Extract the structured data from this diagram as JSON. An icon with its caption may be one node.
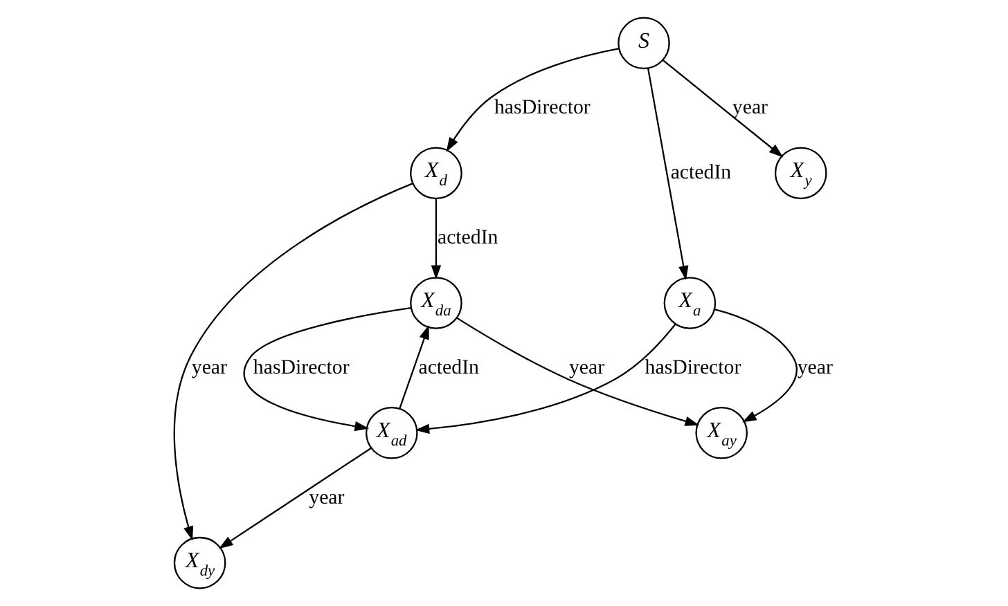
{
  "diagram": {
    "nodes": [
      {
        "text": [
          "X$_{d}$"
        ]
      },
      {
        "text": [
          "S"
        ]
      },
      {
        "text": [
          "X$_{y}$"
        ]
      },
      {
        "text": [
          "X$_{dy}$"
        ]
      },
      {
        "text": [
          "X$_{ay}$"
        ]
      },
      {
        "text": [
          "X$_{a}$"
        ]
      },
      {
        "text": [
          "X$_{da}$"
        ]
      },
      {
        "text": [
          "X$_{ad}$"
        ]
      }
    ],
    "edges": [
      {
        "from": 0,
        "to": 3,
        "arrow": "to",
        "label": "year"
      },
      {
        "from": 1,
        "to": 0,
        "arrow": "to",
        "label": "hasDirector"
      },
      {
        "from": 1,
        "to": 2,
        "arrow": "to",
        "label": "year"
      },
      {
        "from": 1,
        "to": 5,
        "arrow": "to",
        "label": "actedIn"
      },
      {
        "from": 0,
        "to": 6,
        "arrow": "to",
        "label": "actedIn"
      },
      {
        "from": 5,
        "to": 4,
        "arrow": "to",
        "label": "year"
      },
      {
        "from": 5,
        "to": 7,
        "arrow": "to",
        "label": "hasDirector"
      },
      {
        "from": 6,
        "to": 4,
        "arrow": "to",
        "label": "year"
      },
      {
        "from": 6,
        "to": 7,
        "arrow": "to",
        "label": "hasDirector"
      },
      {
        "from": 7,
        "to": 6,
        "arrow": "to",
        "label": "actedIn"
      },
      {
        "from": 7,
        "to": 3,
        "arrow": "to",
        "label": "year"
      }
    ]
  }
}
